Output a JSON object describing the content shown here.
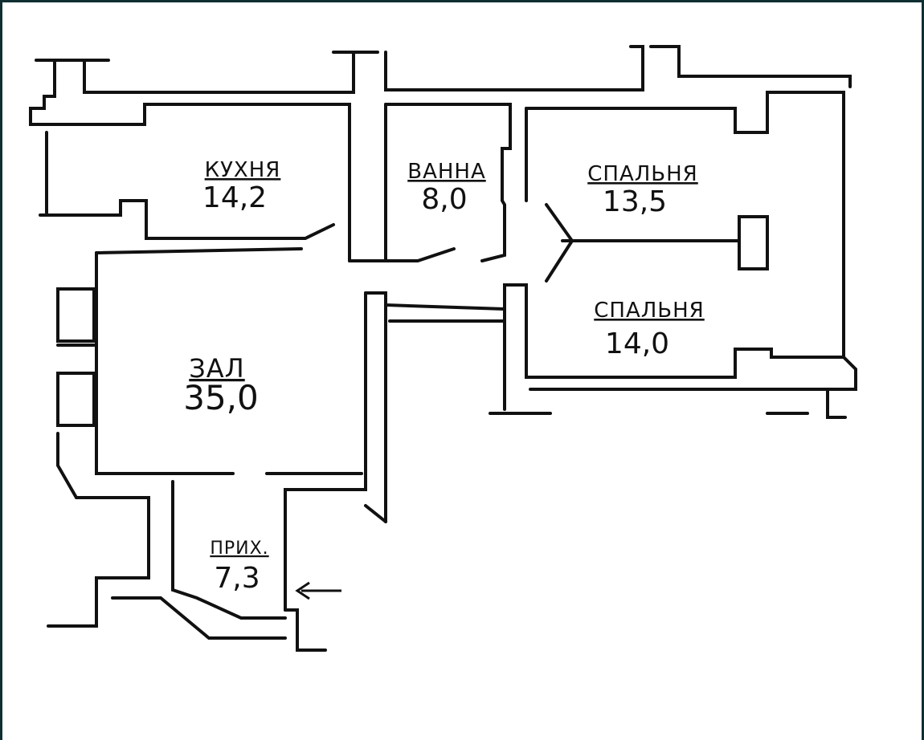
{
  "rooms": [
    {
      "id": "kitchen",
      "name": "КУХНЯ",
      "area": "14,2"
    },
    {
      "id": "bathroom",
      "name": "ВАННА",
      "area": "8,0"
    },
    {
      "id": "bedroom-1",
      "name": "СПАЛЬНЯ",
      "area": "13,5"
    },
    {
      "id": "bedroom-2",
      "name": "СПАЛЬНЯ",
      "area": "14,0"
    },
    {
      "id": "hall",
      "name": "ЗАЛ",
      "area": "35,0"
    },
    {
      "id": "entry",
      "name": "ПРИХ.",
      "area": "7,3"
    }
  ]
}
